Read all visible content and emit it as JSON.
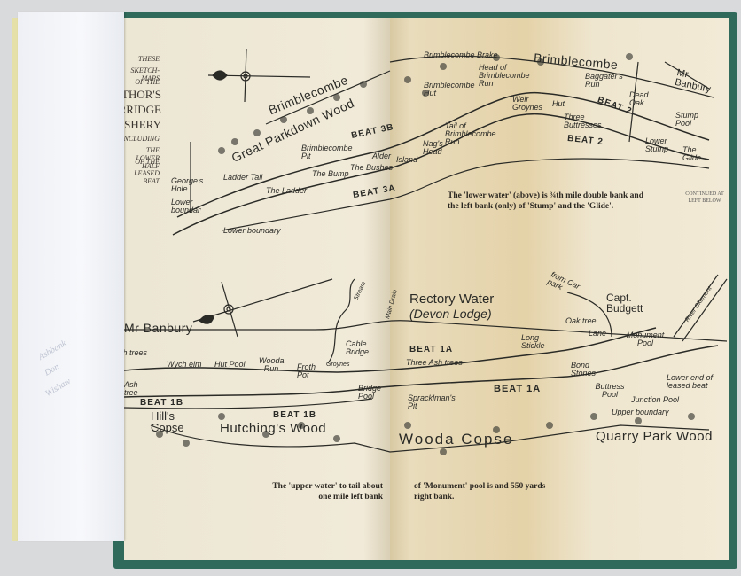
{
  "side_text": [
    "THESE",
    "SKETCH-MAPS",
    "OF THE",
    "AUTHOR'S",
    "TORRIDGE",
    "FISHERY",
    "INCLUDING",
    "THE LOWER HALF",
    "OF THE",
    "LEASED BEAT"
  ],
  "handwriting": [
    "Ashbank",
    "Don",
    "Wishaw"
  ],
  "upper_map": {
    "labels": [
      "Brimblecombe",
      "Great Parkdown Wood",
      "Brimblecombe",
      "Brimblecombe Brake",
      "Head of Brimblecombe Run",
      "Brimblecombe Hut",
      "Weir Groynes",
      "Hut",
      "Baggater's Run",
      "Dead Oak",
      "Mr Banbury",
      "Stump Pool",
      "Three Buttresses",
      "Lower Stump",
      "The Glide",
      "Tail of Brimblecombe Run",
      "Nag's Head",
      "Island",
      "Alder",
      "The Bushes",
      "Brimblecombe Pit",
      "Ladder Tail",
      "The Bump",
      "The Ladder",
      "George's Hole",
      "Lower boundary",
      "Lower boundary"
    ],
    "beats": [
      "BEAT 3B",
      "BEAT 3A",
      "BEAT 2",
      "BEAT 2"
    ],
    "caption": "The 'lower water' (above) is ¾th mile double bank and the left bank (only) of 'Stump' and the 'Glide'.",
    "continued": "CONTINUED AT LEFT BELOW"
  },
  "lower_map": {
    "title": "Rectory Water",
    "subtitle": "(Devon Lodge)",
    "labels": [
      "Mr Banbury",
      "Ash trees",
      "Wych elm",
      "Hut Pool",
      "Wooda Run",
      "Froth Pot",
      "Cable Bridge",
      "Groynes",
      "Stream",
      "Main Drain",
      "Bridge Pool",
      "Ash tree",
      "Hill's Copse",
      "Hutching's Wood",
      "Three Ash trees",
      "Spracklman's Pit",
      "Long Stickle",
      "from Car park",
      "Oak tree",
      "Lane",
      "Capt. Budgett",
      "Monument Pool",
      "River Okement",
      "Bond Stones",
      "Buttress Pool",
      "Junction Pool",
      "Lower end of leased beat",
      "Upper boundary",
      "Wooda Copse",
      "Quarry Park Wood"
    ],
    "beats": [
      "BEAT 1B",
      "BEAT 1B",
      "BEAT 1A",
      "BEAT 1A"
    ],
    "caption_left": "The 'upper water' to tail about one mile left bank",
    "caption_right": "of 'Monument' pool is and 550 yards right bank."
  },
  "colors": {
    "paper": "#efe7d2",
    "ink": "#2a2a26",
    "cover": "#2f6a5a",
    "background": "#d9dadc"
  }
}
